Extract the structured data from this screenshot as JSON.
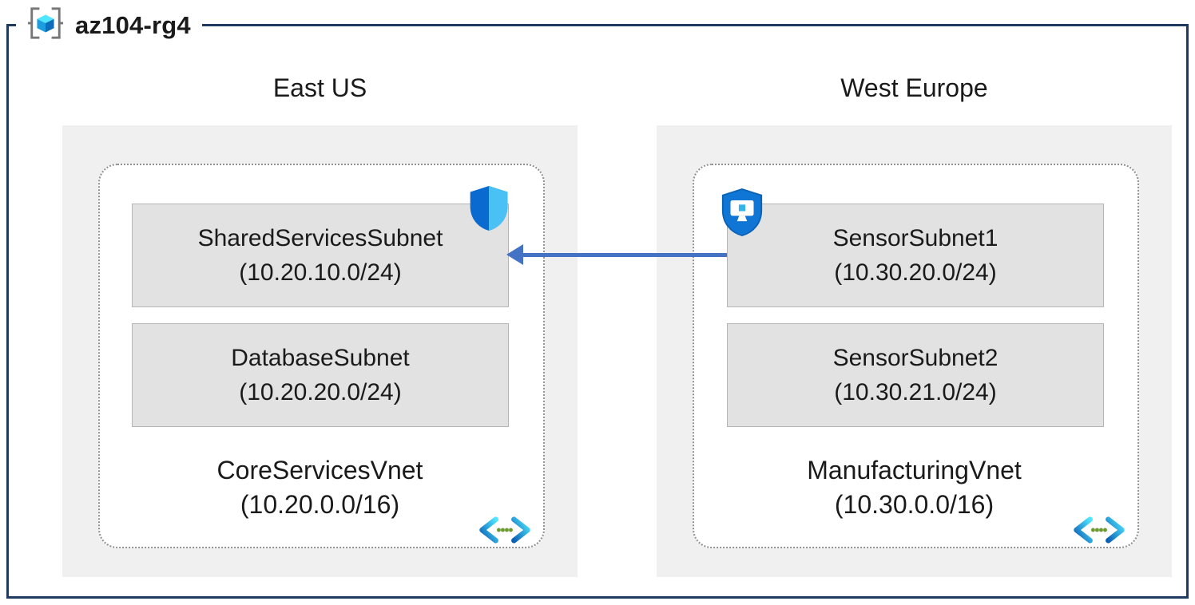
{
  "title": "az104-rg4",
  "regions": [
    {
      "name": "East US",
      "vnet": {
        "name": "CoreServicesVnet",
        "cidr": "(10.20.0.0/16)",
        "subnets": [
          {
            "name": "SharedServicesSubnet",
            "cidr": "(10.20.10.0/24)"
          },
          {
            "name": "DatabaseSubnet",
            "cidr": "(10.20.20.0/24)"
          }
        ]
      }
    },
    {
      "name": "West Europe",
      "vnet": {
        "name": "ManufacturingVnet",
        "cidr": "(10.30.0.0/16)",
        "subnets": [
          {
            "name": "SensorSubnet1",
            "cidr": "(10.30.20.0/24)"
          },
          {
            "name": "SensorSubnet2",
            "cidr": "(10.30.21.0/24)"
          }
        ]
      }
    }
  ],
  "icons": {
    "resource_group": "resource-group-icon",
    "nsg_shield": "network-security-shield-icon",
    "monitor_shield": "monitor-shield-icon",
    "vnet": "virtual-network-icon",
    "peering_arrow": "peering-arrow"
  },
  "colors": {
    "frame_border": "#1e3a5f",
    "arrow": "#4472c4",
    "region_panel": "#f0f0f0",
    "subnet_fill": "#e2e2e2",
    "subnet_border": "#b5b5b5",
    "vnet_dotted_border": "#8f8f8f",
    "shield_dark": "#0b6ad0",
    "shield_light": "#49c1f5",
    "vnet_icon_dot_green": "#6c9a31"
  }
}
